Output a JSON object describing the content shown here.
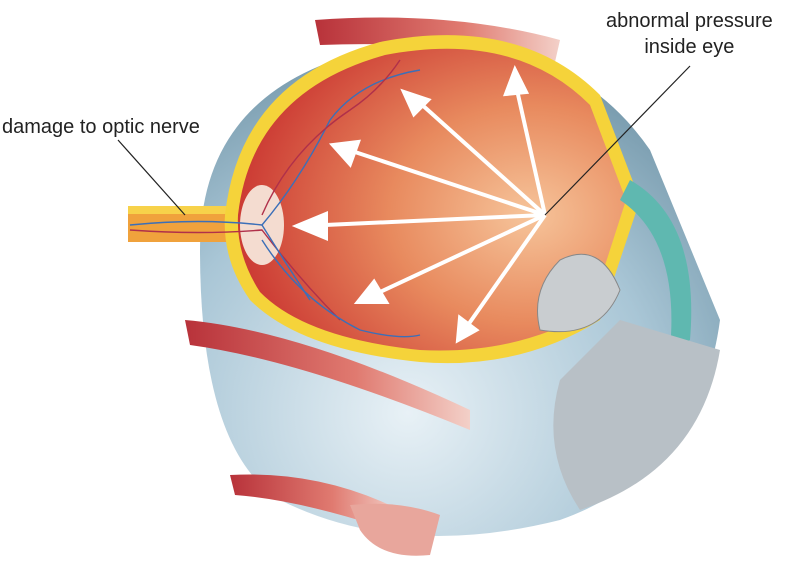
{
  "labels": {
    "optic_nerve": "damage to optic nerve",
    "pressure_line1": "abnormal pressure",
    "pressure_line2": "inside eye"
  },
  "colors": {
    "interior": "#d9553a",
    "interior_light": "#f2b58a",
    "retina_border": "#f5d33a",
    "sclera": "#a9c6d6",
    "cornea": "#5fb8b0",
    "muscle": "#c8493f",
    "arrow": "#ffffff"
  }
}
